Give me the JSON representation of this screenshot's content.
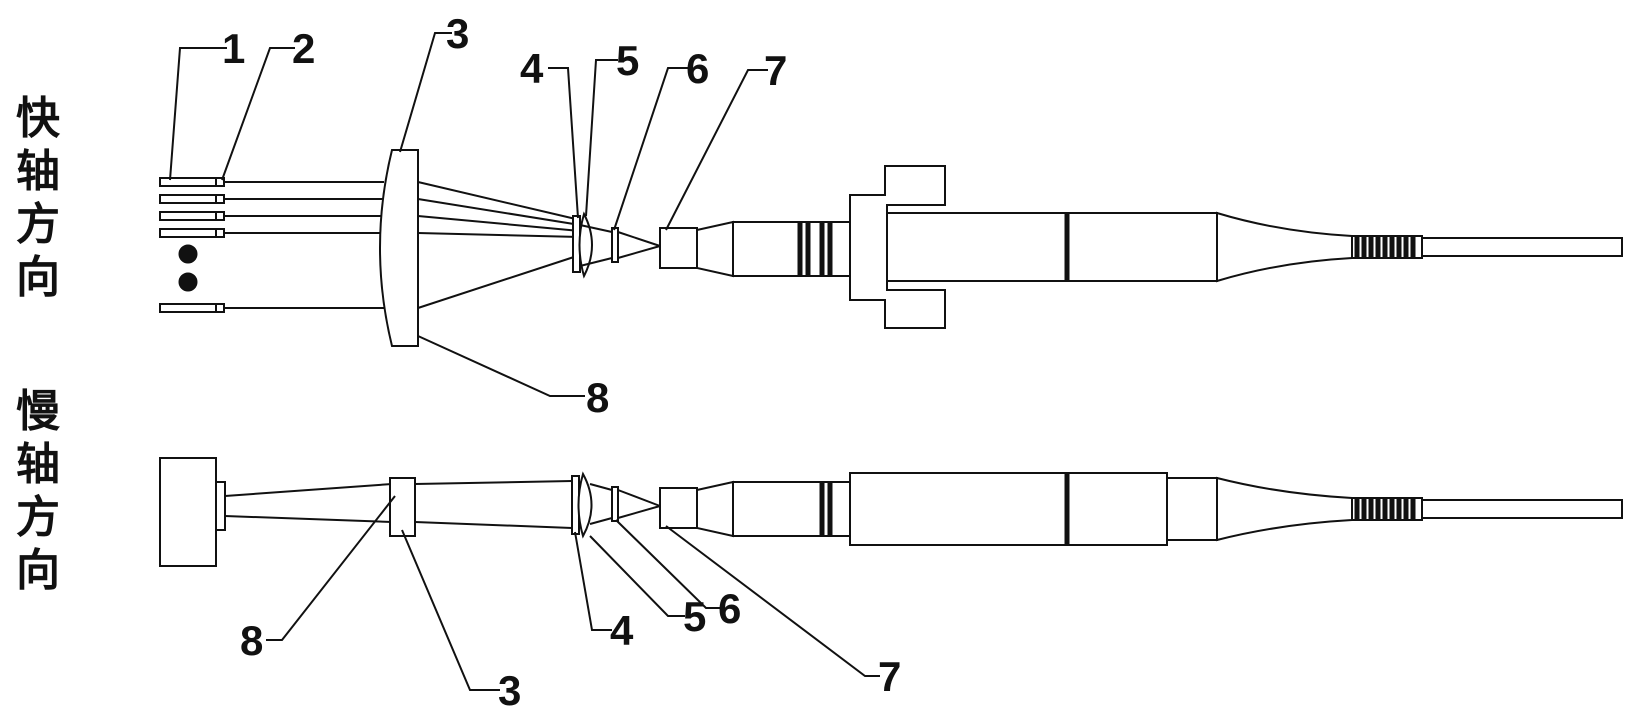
{
  "fast_axis": {
    "chars": [
      "快",
      "轴",
      "方",
      "向"
    ]
  },
  "slow_axis": {
    "chars": [
      "慢",
      "轴",
      "方",
      "向"
    ]
  },
  "callouts": {
    "fast": [
      "1",
      "2",
      "3",
      "4",
      "5",
      "6",
      "7",
      "8"
    ],
    "slow": [
      "8",
      "3",
      "4",
      "5",
      "6",
      "7"
    ]
  },
  "colors": {
    "ink": "#111111",
    "background": "#ffffff"
  }
}
